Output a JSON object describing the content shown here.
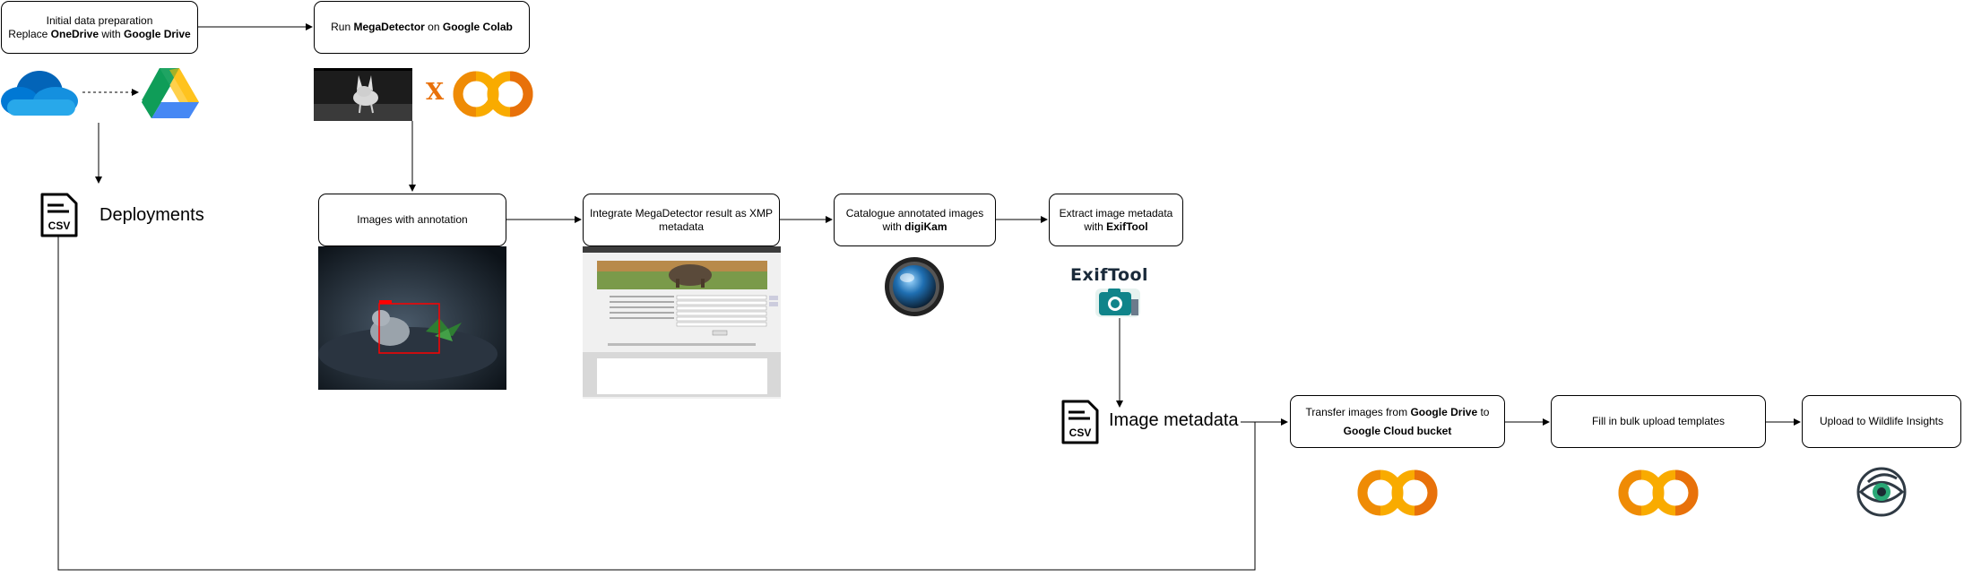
{
  "nodes": {
    "prep": {
      "line1": "Initial data preparation",
      "line2_pre": "Replace ",
      "line2_b1": "OneDrive",
      "line2_mid": " with ",
      "line2_b2": "Google Drive"
    },
    "run": {
      "pre": "Run ",
      "b1": "MegaDetector",
      "mid": " on ",
      "b2": "Google Colab"
    },
    "annot": {
      "text": "Images with annotation"
    },
    "integrate": {
      "text": "Integrate MegaDetector result as XMP metadata"
    },
    "catalogue": {
      "line1": "Catalogue annotated images",
      "line2_pre": "with ",
      "line2_b": "digiKam"
    },
    "extract": {
      "line1": "Extract image metadata",
      "line2_pre": "with ",
      "line2_b": "ExifTool"
    },
    "transfer": {
      "pre": "Transfer images from ",
      "b1": "Google Drive",
      "mid": " to",
      "b2": "Google Cloud bucket"
    },
    "fill": {
      "text": "Fill in bulk upload templates"
    },
    "upload": {
      "text": "Upload to Wildlife Insights"
    }
  },
  "labels": {
    "deployments": "Deployments",
    "image_metadata": "Image metadata",
    "csv": "CSV",
    "exiftool_logo": "ExifTool",
    "times": "X"
  },
  "colors": {
    "colab_orange": "#F9AB00",
    "colab_dark": "#E8710A",
    "onedrive_blue": "#0364B8",
    "gdrive_green": "#1FA463",
    "gdrive_yellow": "#FFD04B",
    "gdrive_blue": "#4688F4",
    "annotation_box": "#FF0000"
  },
  "icons": [
    "onedrive-icon",
    "google-drive-icon",
    "colab-icon",
    "csv-file-icon",
    "digikam-icon",
    "exiftool-icon",
    "wildlife-insights-icon"
  ]
}
